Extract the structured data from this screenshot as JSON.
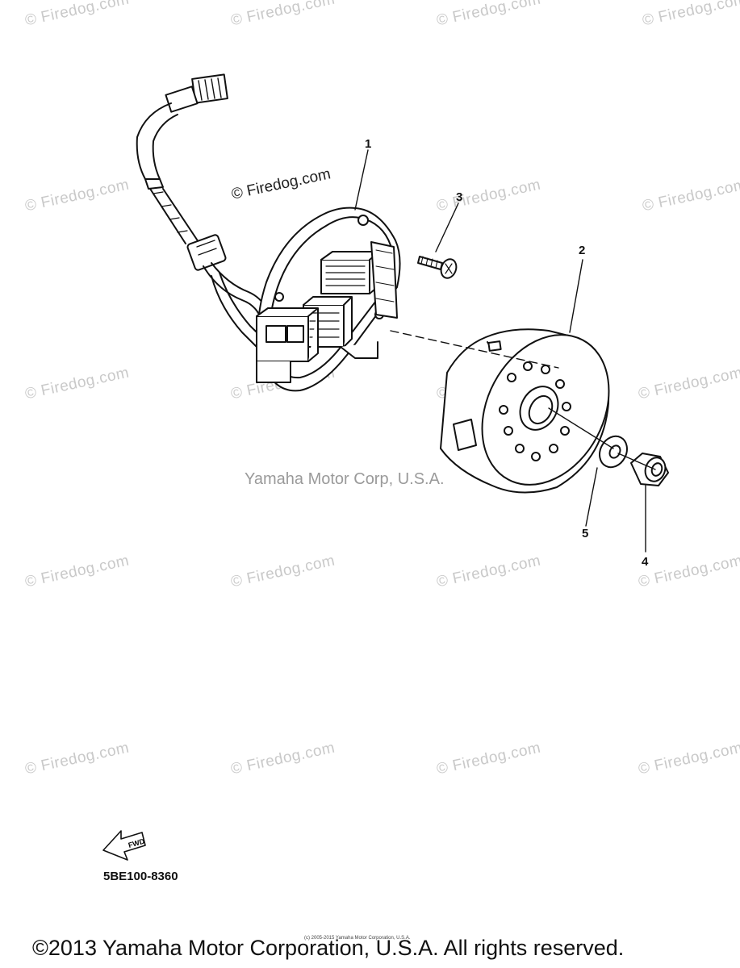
{
  "watermark": "© Firedog.com",
  "firedog_mark": "© Firedog.com",
  "center_watermark": "Yamaha Motor Corp, U.S.A.",
  "callouts": [
    "1",
    "2",
    "3",
    "4",
    "5"
  ],
  "fwd_label": "FWD",
  "part_code": "5BE100-8360",
  "tiny_copyright": "(c) 2005-2015 Yamaha Motor Corporation, U.S.A.",
  "footer": "©2013 Yamaha Motor Corporation, U.S.A. All rights reserved."
}
